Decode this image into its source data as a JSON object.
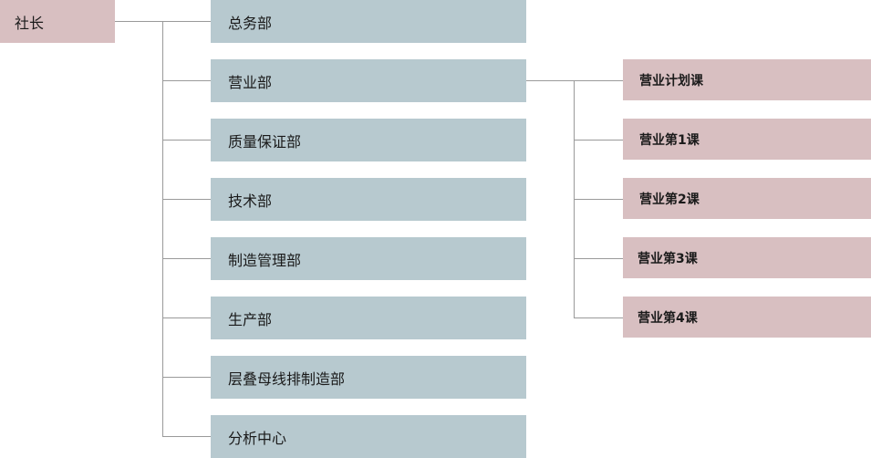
{
  "root": {
    "label": "社长"
  },
  "departments": [
    {
      "label": "总务部"
    },
    {
      "label": "营业部"
    },
    {
      "label": "质量保证部"
    },
    {
      "label": "技术部"
    },
    {
      "label": "制造管理部"
    },
    {
      "label": "生产部"
    },
    {
      "label": "层叠母线排制造部"
    },
    {
      "label": "分析中心"
    }
  ],
  "sales_sections": [
    {
      "label": "营业计划课"
    },
    {
      "label": "营业第1课"
    },
    {
      "label": "营业第2课"
    },
    {
      "label": "营业第3课"
    },
    {
      "label": "营业第4课"
    }
  ],
  "colors": {
    "root_fill": "#d8bfc1",
    "department_fill": "#b7c9cf",
    "section_fill": "#d8bfc1",
    "connector": "#9a9a9a"
  }
}
